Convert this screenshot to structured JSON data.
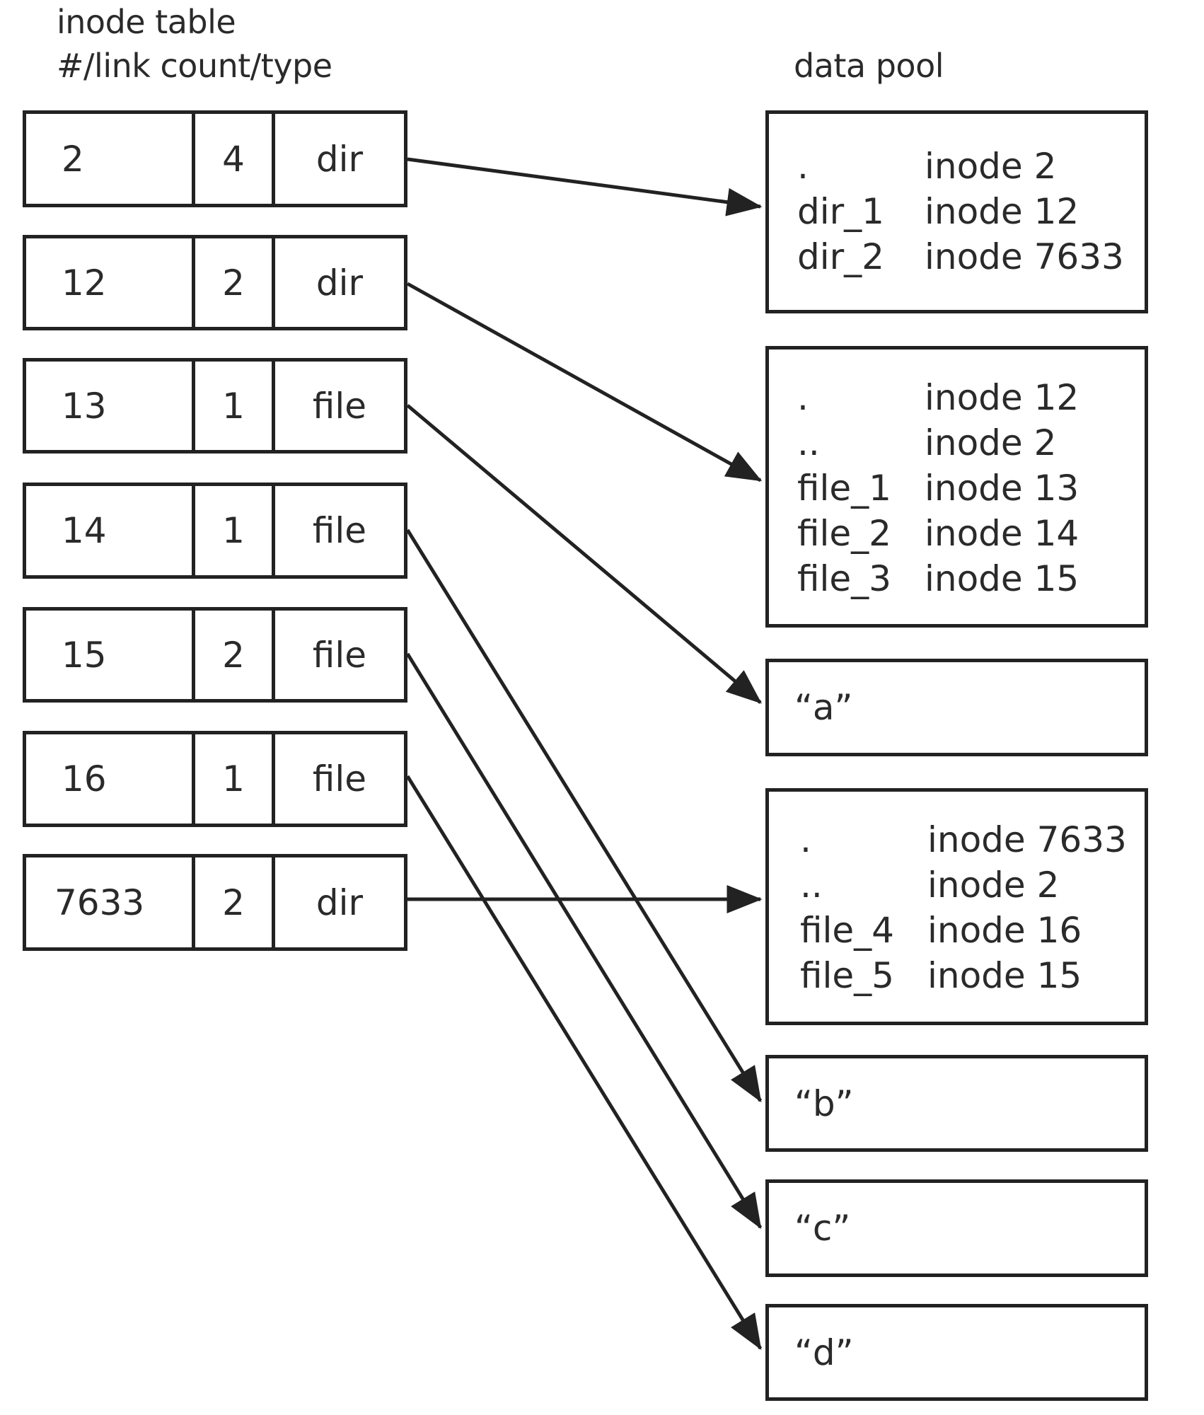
{
  "inode_table": {
    "title": "inode table",
    "subtitle": "#/link count/type",
    "rows": [
      {
        "number": "2",
        "link_count": "4",
        "type": "dir"
      },
      {
        "number": "12",
        "link_count": "2",
        "type": "dir"
      },
      {
        "number": "13",
        "link_count": "1",
        "type": "file"
      },
      {
        "number": "14",
        "link_count": "1",
        "type": "file"
      },
      {
        "number": "15",
        "link_count": "2",
        "type": "file"
      },
      {
        "number": "16",
        "link_count": "1",
        "type": "file"
      },
      {
        "number": "7633",
        "link_count": "2",
        "type": "dir"
      }
    ]
  },
  "data_pool": {
    "title": "data pool",
    "blocks": [
      {
        "kind": "dir",
        "entries": [
          {
            "name": ".",
            "inode": "inode 2"
          },
          {
            "name": "dir_1",
            "inode": "inode 12"
          },
          {
            "name": "dir_2",
            "inode": "inode 7633"
          }
        ]
      },
      {
        "kind": "dir",
        "entries": [
          {
            "name": ".",
            "inode": "inode 12"
          },
          {
            "name": "..",
            "inode": "inode 2"
          },
          {
            "name": "file_1",
            "inode": "inode 13"
          },
          {
            "name": "file_2",
            "inode": "inode 14"
          },
          {
            "name": "file_3",
            "inode": "inode 15"
          }
        ]
      },
      {
        "kind": "file",
        "content": "“a”"
      },
      {
        "kind": "dir",
        "entries": [
          {
            "name": ".",
            "inode": "inode 7633"
          },
          {
            "name": "..",
            "inode": "inode 2"
          },
          {
            "name": "file_4",
            "inode": "inode 16"
          },
          {
            "name": "file_5",
            "inode": "inode 15"
          }
        ]
      },
      {
        "kind": "file",
        "content": "“b”"
      },
      {
        "kind": "file",
        "content": "“c”"
      },
      {
        "kind": "file",
        "content": "“d”"
      }
    ]
  },
  "links": [
    {
      "from_inode": "2",
      "to_block": 0
    },
    {
      "from_inode": "12",
      "to_block": 1
    },
    {
      "from_inode": "13",
      "to_block": 2
    },
    {
      "from_inode": "14",
      "to_block": 4
    },
    {
      "from_inode": "15",
      "to_block": 5
    },
    {
      "from_inode": "16",
      "to_block": 6
    },
    {
      "from_inode": "7633",
      "to_block": 3
    }
  ],
  "colors": {
    "line": "#222222",
    "text": "#2a2a2a",
    "background": "#ffffff"
  }
}
